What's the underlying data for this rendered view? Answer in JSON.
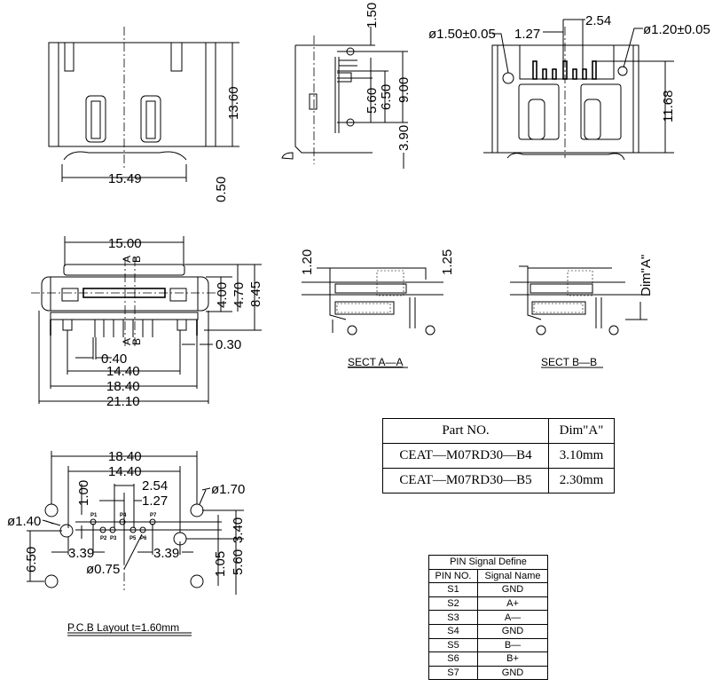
{
  "top_front_view": {
    "width": "15.49",
    "height": "13.60",
    "offset": "0.50"
  },
  "side_view": {
    "top": "1.50",
    "d1": "5.60",
    "d2": "6.50",
    "d3": "9.00",
    "bottom": "3.90"
  },
  "rear_view": {
    "hole_left": "ø1.50±0.05",
    "hole_right": "ø1.20±0.05",
    "pitch_half": "1.27",
    "pitch": "2.54",
    "height": "11.68"
  },
  "front_view": {
    "top_width": "15.00",
    "h1": "4.00",
    "h2": "4.70",
    "h3": "8.45",
    "t": "0.30",
    "pin_w": "0.40",
    "w1": "14.40",
    "w2": "18.40",
    "w3": "21.10",
    "sect_a": "A",
    "sect_b": "B",
    "sect_a1": "A",
    "sect_b1": "B"
  },
  "section_aa": {
    "label": "SECT A—A",
    "d1": "1.20",
    "d2": "1.25"
  },
  "section_bb": {
    "label": "SECT B—B",
    "dim": "Dim\"A\""
  },
  "part_table": {
    "headers": [
      "Part NO.",
      "Dim\"A\""
    ],
    "rows": [
      [
        "CEAT—M07RD30—B4",
        "3.10mm"
      ],
      [
        "CEAT—M07RD30—B5",
        "2.30mm"
      ]
    ]
  },
  "pin_table": {
    "title": "PIN Signal Define",
    "headers": [
      "PIN NO.",
      "Signal Name"
    ],
    "rows": [
      [
        "S1",
        "GND"
      ],
      [
        "S2",
        "A+"
      ],
      [
        "S3",
        "A—"
      ],
      [
        "S4",
        "GND"
      ],
      [
        "S5",
        "B—"
      ],
      [
        "S6",
        "B+"
      ],
      [
        "S7",
        "GND"
      ]
    ]
  },
  "pcb_layout": {
    "title": "P.C.B Layout t=1.60mm",
    "w1": "18.40",
    "w2": "14.40",
    "pitch": "2.54",
    "half_pitch": "1.27",
    "offset": "1.00",
    "big_hole": "ø1.70",
    "mid_hole": "ø1.40",
    "pin_hole": "ø0.75",
    "left_off": "3.39",
    "right_off": "3.39",
    "v1": "6.50",
    "v2": "1.05",
    "v3": "5.60",
    "v4": "3.40",
    "pins": [
      "P1",
      "P2",
      "P3",
      "P4",
      "P5",
      "P6",
      "P7"
    ]
  }
}
